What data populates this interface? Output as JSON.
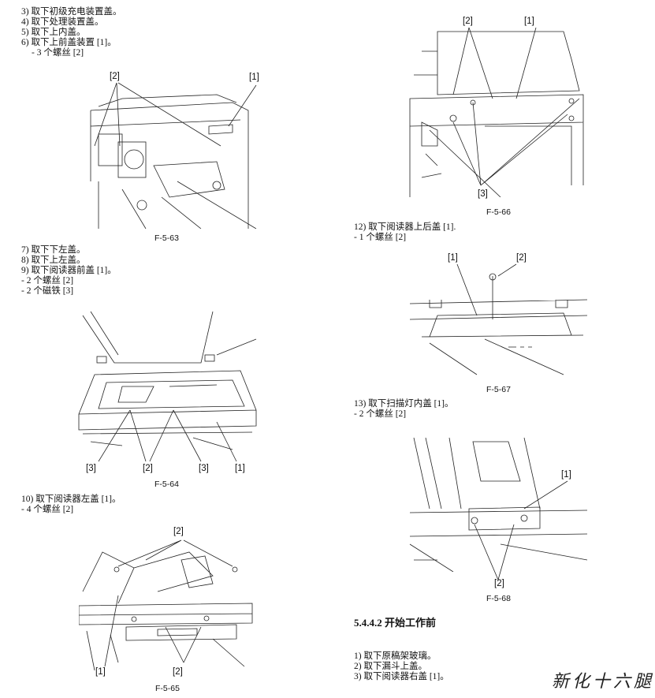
{
  "left": {
    "steps_a": [
      "3) 取下初级充电装置盖。",
      "4) 取下处理装置盖。",
      "5) 取下上内盖。",
      "6) 取下上前盖装置 [1]。",
      "- 3 个螺丝 [2]"
    ],
    "fig63": {
      "caption": "F-5-63",
      "labels": [
        "[2]",
        "[1]"
      ]
    },
    "steps_b": [
      "7) 取下下左盖。",
      "8) 取下上左盖。",
      "9) 取下阅读器前盖 [1]。",
      "- 2 个螺丝 [2]",
      "- 2 个磁铁 [3]"
    ],
    "fig64": {
      "caption": "F-5-64",
      "labels": [
        "[3]",
        "[2]",
        "[3]",
        "[1]"
      ]
    },
    "steps_c": [
      "10) 取下阅读器左盖 [1]。",
      "- 4 个螺丝 [2]"
    ],
    "fig65": {
      "caption": "F-5-65",
      "labels": [
        "[2]",
        "[1]",
        "[2]"
      ]
    }
  },
  "right": {
    "fig66": {
      "caption": "F-5-66",
      "labels": [
        "[2]",
        "[1]",
        "[3]"
      ]
    },
    "steps_d": [
      "12) 取下阅读器上后盖 [1].",
      "- 1 个螺丝 [2]"
    ],
    "fig67": {
      "caption": "F-5-67",
      "labels": [
        "[1]",
        "[2]"
      ]
    },
    "steps_e": [
      "13) 取下扫描灯内盖 [1]。",
      "- 2 个螺丝 [2]"
    ],
    "fig68": {
      "caption": "F-5-68",
      "labels": [
        "[1]",
        "[2]"
      ]
    },
    "section_heading": "5.4.4.2 开始工作前",
    "steps_f": [
      "1) 取下原稿架玻璃。",
      "2) 取下漏斗上盖。",
      "3) 取下阅读器右盖 [1]。"
    ]
  },
  "watermark": "新化十六腿"
}
